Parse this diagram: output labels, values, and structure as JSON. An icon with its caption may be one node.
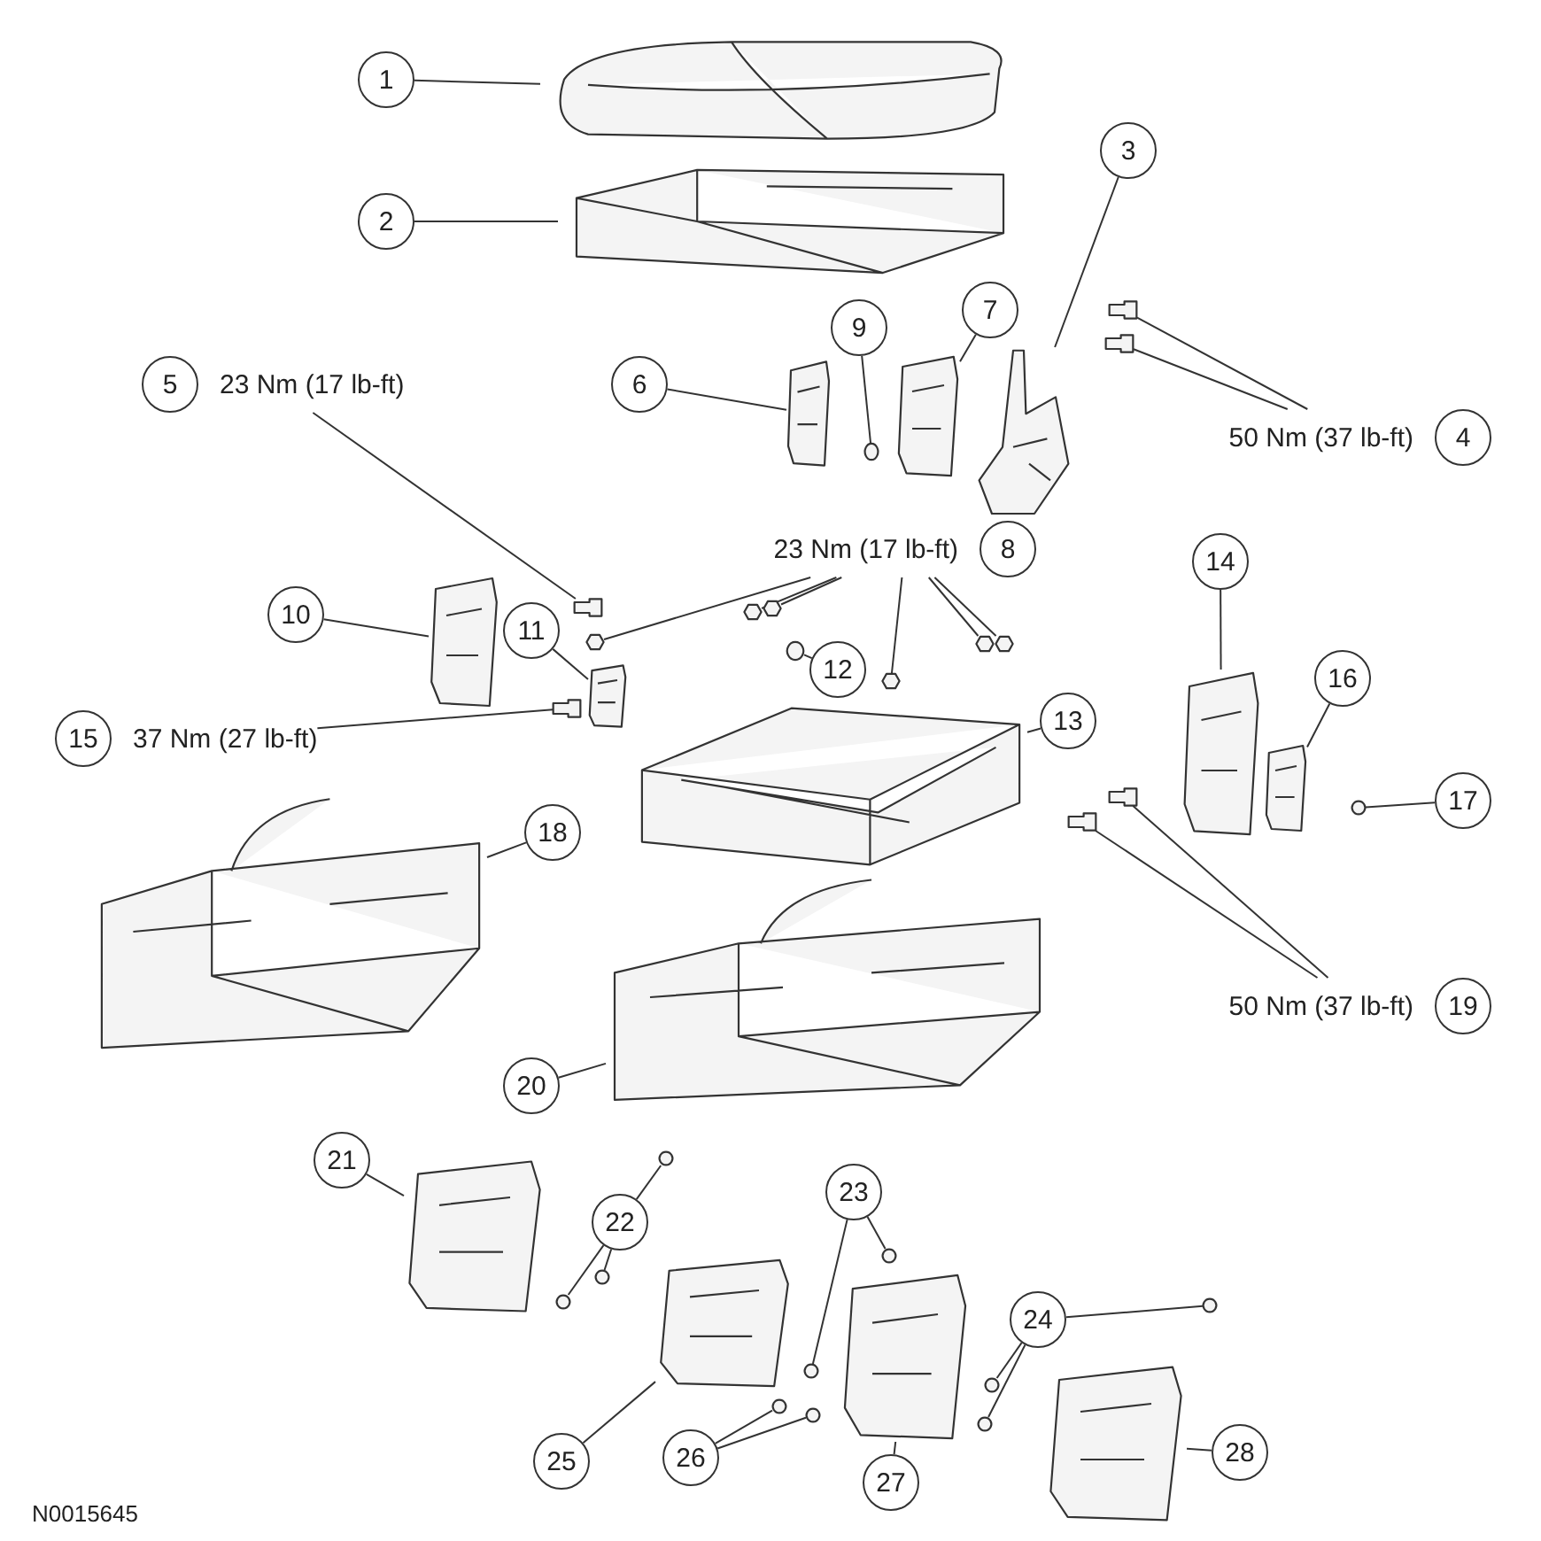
{
  "diagram": {
    "nodes": [
      {
        "text": [
          "1"
        ]
      },
      {
        "text": [],
        "shape": "picture"
      },
      {
        "text": [
          "2"
        ]
      },
      {
        "text": [],
        "shape": "picture"
      },
      {
        "text": [
          "3"
        ]
      },
      {
        "text": [],
        "shape": "picture"
      },
      {
        "text": [
          "4"
        ],
        "beside": [
          "50 Nm (37 lb-ft)"
        ]
      },
      {
        "text": [],
        "shape": "bolt"
      },
      {
        "text": [],
        "shape": "bolt"
      },
      {
        "text": [
          "5"
        ],
        "beside": [
          "23 Nm (17 lb-ft)"
        ]
      },
      {
        "text": [],
        "shape": "bolt"
      },
      {
        "text": [
          "6"
        ]
      },
      {
        "text": [],
        "shape": "picture"
      },
      {
        "text": [
          "9"
        ]
      },
      {
        "text": [],
        "shape": "screw"
      },
      {
        "text": [
          "7"
        ]
      },
      {
        "text": [],
        "shape": "picture"
      },
      {
        "text": [
          "8"
        ],
        "beside": [
          "23 Nm (17 lb-ft)"
        ]
      },
      {
        "text": [],
        "shape": "nut"
      },
      {
        "text": [],
        "shape": "nut"
      },
      {
        "text": [],
        "shape": "nut"
      },
      {
        "text": [],
        "shape": "nut"
      },
      {
        "text": [],
        "shape": "nut"
      },
      {
        "text": [],
        "shape": "nut"
      },
      {
        "text": [
          "10"
        ]
      },
      {
        "text": [],
        "shape": "picture"
      },
      {
        "text": [
          "11"
        ]
      },
      {
        "text": [],
        "shape": "picture"
      },
      {
        "text": [
          "12"
        ]
      },
      {
        "text": [],
        "shape": "circle"
      },
      {
        "text": [
          "14"
        ]
      },
      {
        "text": [],
        "shape": "picture"
      },
      {
        "text": [
          "13"
        ]
      },
      {
        "text": [],
        "shape": "picture"
      },
      {
        "text": [
          "15"
        ],
        "beside": [
          "37 Nm (27 lb-ft)"
        ]
      },
      {
        "text": [],
        "shape": "bolt"
      },
      {
        "text": [
          "16"
        ]
      },
      {
        "text": [],
        "shape": "picture"
      },
      {
        "text": [
          "17"
        ]
      },
      {
        "text": [],
        "shape": "screw"
      },
      {
        "text": [
          "18"
        ]
      },
      {
        "text": [],
        "shape": "picture"
      },
      {
        "text": [
          "19"
        ],
        "beside": [
          "50 Nm (37 lb-ft)"
        ]
      },
      {
        "text": [],
        "shape": "bolt"
      },
      {
        "text": [],
        "shape": "bolt"
      },
      {
        "text": [
          "20"
        ]
      },
      {
        "text": [],
        "shape": "picture"
      },
      {
        "text": [
          "21"
        ]
      },
      {
        "text": [],
        "shape": "picture"
      },
      {
        "text": [
          "23"
        ]
      },
      {
        "text": [],
        "shape": "screw"
      },
      {
        "text": [],
        "shape": "screw"
      },
      {
        "text": [
          "22"
        ]
      },
      {
        "text": [],
        "shape": "screw"
      },
      {
        "text": [],
        "shape": "screw"
      },
      {
        "text": [],
        "shape": "screw"
      },
      {
        "text": [
          "24"
        ]
      },
      {
        "text": [],
        "shape": "screw"
      },
      {
        "text": [],
        "shape": "screw"
      },
      {
        "text": [],
        "shape": "screw"
      },
      {
        "text": [
          "25"
        ]
      },
      {
        "text": [],
        "shape": "picture"
      },
      {
        "text": [
          "26"
        ]
      },
      {
        "text": [],
        "shape": "screw"
      },
      {
        "text": [],
        "shape": "screw"
      },
      {
        "text": [
          "27"
        ]
      },
      {
        "text": [],
        "shape": "picture"
      },
      {
        "text": [
          "28"
        ]
      },
      {
        "text": [],
        "shape": "picture"
      }
    ],
    "edges": [
      {
        "from": 0,
        "to": 1,
        "arrow": "none"
      },
      {
        "from": 2,
        "to": 3,
        "arrow": "none"
      },
      {
        "from": 4,
        "to": 5,
        "arrow": "none"
      },
      {
        "from": 6,
        "to": 7,
        "arrow": "none"
      },
      {
        "from": 6,
        "to": 8,
        "arrow": "none"
      },
      {
        "from": 9,
        "to": 10,
        "arrow": "none"
      },
      {
        "from": 11,
        "to": 12,
        "arrow": "none"
      },
      {
        "from": 13,
        "to": 14,
        "arrow": "none"
      },
      {
        "from": 15,
        "to": 16,
        "arrow": "none"
      },
      {
        "from": 17,
        "to": 18,
        "arrow": "none"
      },
      {
        "from": 17,
        "to": 19,
        "arrow": "none"
      },
      {
        "from": 17,
        "to": 20,
        "arrow": "none"
      },
      {
        "from": 17,
        "to": 21,
        "arrow": "none"
      },
      {
        "from": 17,
        "to": 22,
        "arrow": "none"
      },
      {
        "from": 17,
        "to": 23,
        "arrow": "none"
      },
      {
        "from": 24,
        "to": 25,
        "arrow": "none"
      },
      {
        "from": 26,
        "to": 27,
        "arrow": "none"
      },
      {
        "from": 28,
        "to": 29,
        "arrow": "none"
      },
      {
        "from": 30,
        "to": 31,
        "arrow": "none"
      },
      {
        "from": 32,
        "to": 33,
        "arrow": "none"
      },
      {
        "from": 34,
        "to": 35,
        "arrow": "none"
      },
      {
        "from": 36,
        "to": 37,
        "arrow": "none"
      },
      {
        "from": 38,
        "to": 39,
        "arrow": "none"
      },
      {
        "from": 40,
        "to": 41,
        "arrow": "none"
      },
      {
        "from": 42,
        "to": 43,
        "arrow": "none"
      },
      {
        "from": 42,
        "to": 44,
        "arrow": "none"
      },
      {
        "from": 45,
        "to": 46,
        "arrow": "none"
      },
      {
        "from": 47,
        "to": 48,
        "arrow": "none"
      },
      {
        "from": 49,
        "to": 50,
        "arrow": "none"
      },
      {
        "from": 49,
        "to": 51,
        "arrow": "none"
      },
      {
        "from": 52,
        "to": 53,
        "arrow": "none"
      },
      {
        "from": 52,
        "to": 54,
        "arrow": "none"
      },
      {
        "from": 52,
        "to": 55,
        "arrow": "none"
      },
      {
        "from": 56,
        "to": 57,
        "arrow": "none"
      },
      {
        "from": 56,
        "to": 58,
        "arrow": "none"
      },
      {
        "from": 56,
        "to": 59,
        "arrow": "none"
      },
      {
        "from": 60,
        "to": 61,
        "arrow": "none"
      },
      {
        "from": 62,
        "to": 63,
        "arrow": "none"
      },
      {
        "from": 62,
        "to": 64,
        "arrow": "none"
      },
      {
        "from": 65,
        "to": 66,
        "arrow": "none"
      },
      {
        "from": 67,
        "to": 68,
        "arrow": "none"
      }
    ],
    "labels": [
      "N0015645"
    ]
  }
}
